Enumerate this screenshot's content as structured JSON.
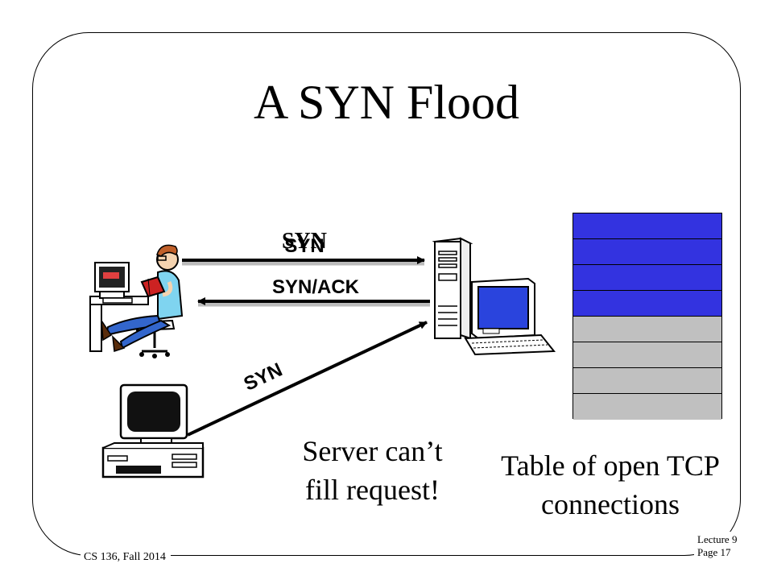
{
  "slide": {
    "title": "A SYN Flood",
    "footer_left": "CS 136, Fall 2014",
    "footer_right_line1": "Lecture 9",
    "footer_right_line2": "Page 17"
  },
  "arrows": {
    "syn_top_back": "SYN",
    "syn_top_front": "SYN",
    "syn_ack": "SYN/ACK",
    "syn_attacker": "SYN"
  },
  "notes": {
    "server_line1": "Server can’t",
    "server_line2": "fill request!",
    "table_line1": "Table of open TCP",
    "table_line2": "connections"
  },
  "tcp_table": {
    "rows": [
      "open",
      "open",
      "open",
      "open",
      "free",
      "free",
      "free",
      "free"
    ],
    "open_color": "#3333e0",
    "free_color": "#c0c0c0"
  },
  "icons": {
    "victim": "person-at-computer-icon",
    "server": "server-tower-icon",
    "attacker": "desktop-computer-icon"
  }
}
